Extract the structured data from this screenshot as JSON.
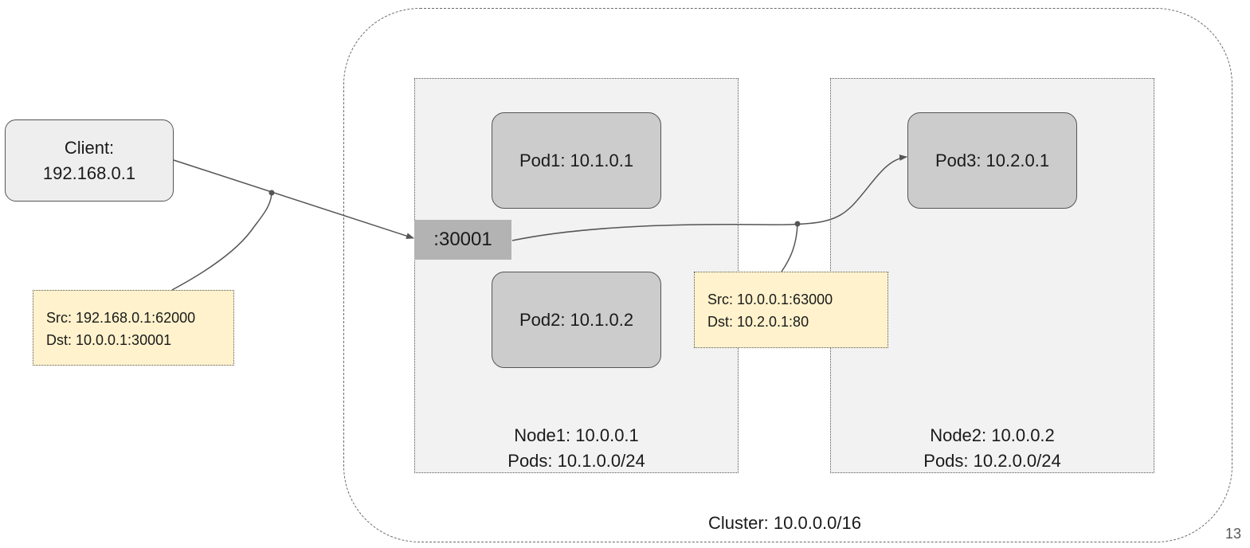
{
  "cluster": {
    "label": "Cluster: 10.0.0.0/16"
  },
  "client": {
    "line1": "Client:",
    "line2": "192.168.0.1"
  },
  "nodes": [
    {
      "name_line": "Node1: 10.0.0.1",
      "pods_line": "Pods: 10.1.0.0/24"
    },
    {
      "name_line": "Node2: 10.0.0.2",
      "pods_line": "Pods: 10.2.0.0/24"
    }
  ],
  "pods": [
    {
      "label": "Pod1: 10.1.0.1"
    },
    {
      "label": "Pod2: 10.1.0.2"
    },
    {
      "label": "Pod3: 10.2.0.1"
    }
  ],
  "node_port": {
    "label": ":30001"
  },
  "notes": [
    {
      "src": "Src: 192.168.0.1:62000",
      "dst": "Dst: 10.0.0.1:30001"
    },
    {
      "src": "Src: 10.0.0.1:63000",
      "dst": "Dst: 10.2.0.1:80"
    }
  ],
  "page_number": "13",
  "colors": {
    "node_fill": "#f2f2f2",
    "pod_fill": "#cccccc",
    "port_fill": "#b3b3b3",
    "client_fill": "#eeeeee",
    "note_fill": "#fff2cc",
    "line": "#555555"
  }
}
